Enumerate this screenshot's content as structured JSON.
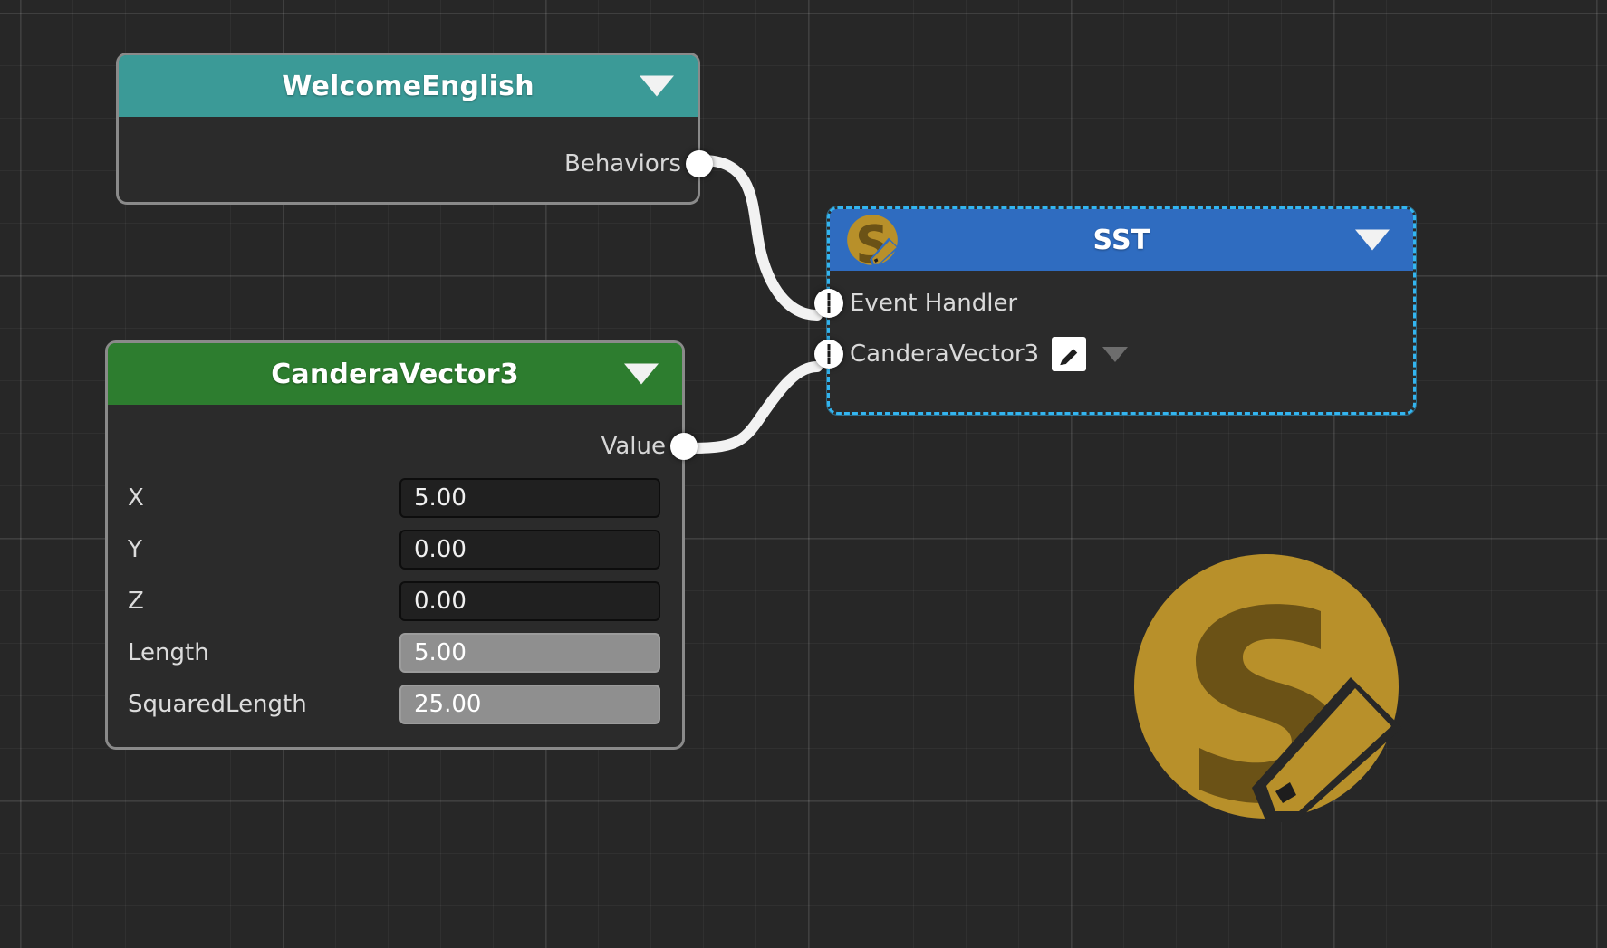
{
  "canvas": {
    "background_color": "#272727",
    "grid_color": "#333333"
  },
  "watermark": {
    "name": "scenario-designer-logo",
    "circle_color": "#b8902a",
    "mark_color": "#6b5216"
  },
  "nodes": [
    {
      "id": "welcome-english",
      "title": "WelcomeEnglish",
      "header_color": "#3b9a97",
      "selected": false,
      "collapse_caret": "caret-down",
      "outputs": [
        {
          "label": "Behaviors"
        }
      ],
      "inputs": [],
      "fields": []
    },
    {
      "id": "sst",
      "title": "SST",
      "header_color": "#2f6cc0",
      "selected": true,
      "badge_icon": "scenario-designer-badge-icon",
      "collapse_caret": "caret-down",
      "inputs": [
        {
          "label": "Event Handler",
          "has_edit": false,
          "has_caret": false
        },
        {
          "label": "CanderaVector3",
          "has_edit": true,
          "has_caret": true,
          "edit_icon": "pencil-icon",
          "caret_icon": "caret-down-icon"
        }
      ],
      "outputs": [],
      "fields": []
    },
    {
      "id": "candera-vector3",
      "title": "CanderaVector3",
      "header_color": "#2d7d2f",
      "selected": false,
      "collapse_caret": "caret-down",
      "outputs": [
        {
          "label": "Value"
        }
      ],
      "inputs": [],
      "fields": [
        {
          "label": "X",
          "value": "5.00",
          "readonly": false
        },
        {
          "label": "Y",
          "value": "0.00",
          "readonly": false
        },
        {
          "label": "Z",
          "value": "0.00",
          "readonly": false
        },
        {
          "label": "Length",
          "value": "5.00",
          "readonly": true
        },
        {
          "label": "SquaredLength",
          "value": "25.00",
          "readonly": true
        }
      ]
    }
  ],
  "connections": [
    {
      "from": "welcome-english.Behaviors",
      "to": "sst.Event Handler",
      "color": "#f2f2f2"
    },
    {
      "from": "candera-vector3.Value",
      "to": "sst.CanderaVector3",
      "color": "#f2f2f2"
    }
  ]
}
